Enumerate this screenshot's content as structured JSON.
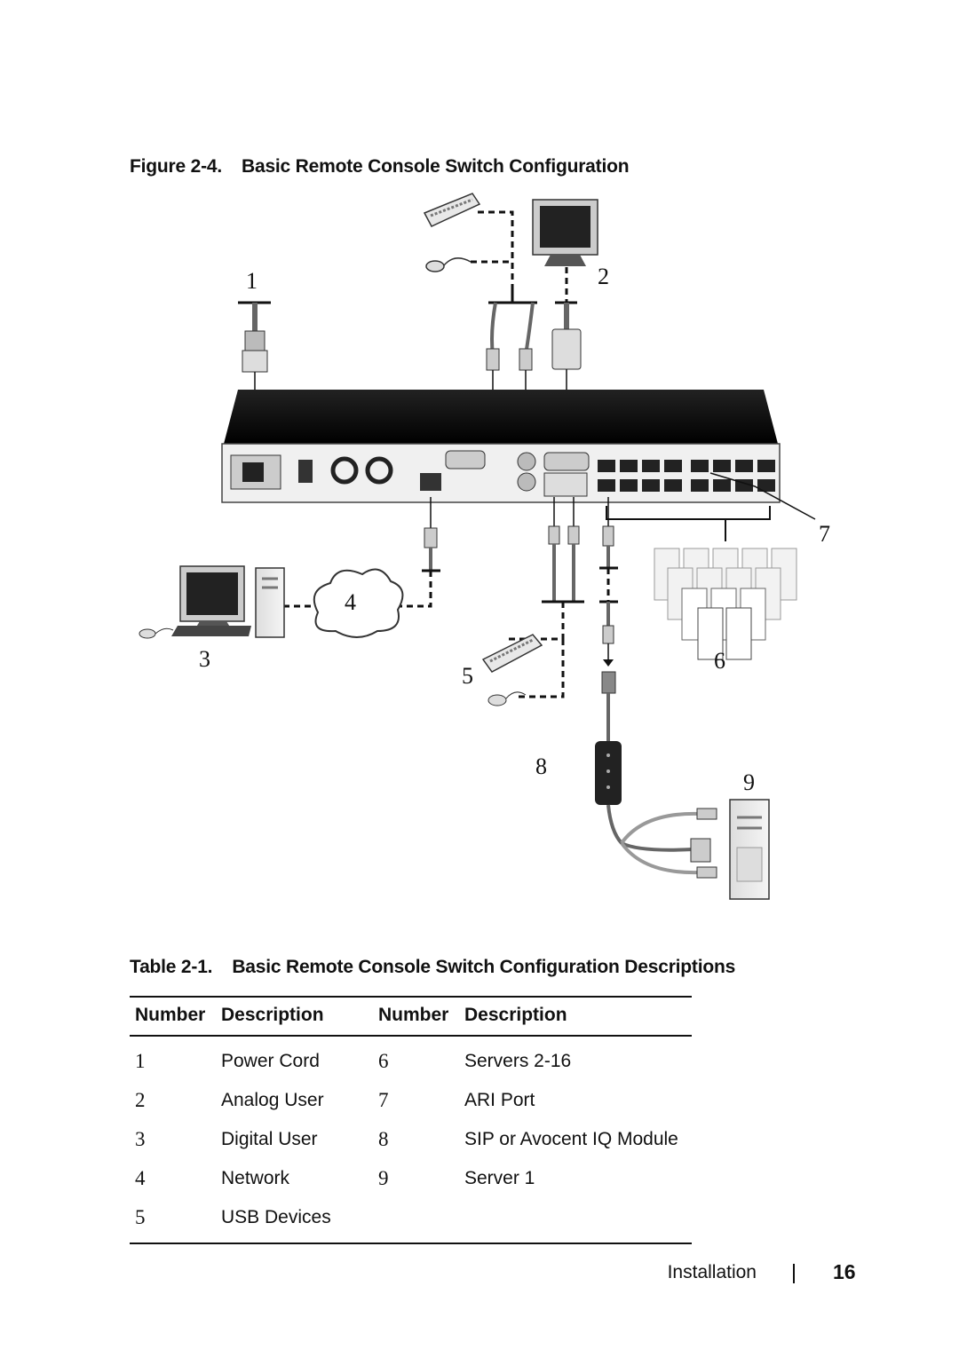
{
  "figure": {
    "label": "Figure 2-4.",
    "title": "Basic Remote Console Switch Configuration",
    "callouts": [
      "1",
      "2",
      "3",
      "4",
      "5",
      "6",
      "7",
      "8",
      "9"
    ]
  },
  "table": {
    "label": "Table 2-1.",
    "title": "Basic Remote Console Switch Configuration Descriptions",
    "headers": [
      "Number",
      "Description",
      "Number",
      "Description"
    ],
    "rows": [
      [
        "1",
        "Power Cord",
        "6",
        "Servers 2-16"
      ],
      [
        "2",
        "Analog User",
        "7",
        "ARI Port"
      ],
      [
        "3",
        "Digital User",
        "8",
        "SIP or Avocent IQ Module"
      ],
      [
        "4",
        "Network",
        "9",
        "Server 1"
      ],
      [
        "5",
        "USB Devices",
        "",
        ""
      ]
    ]
  },
  "footer": {
    "section": "Installation",
    "page": "16"
  }
}
